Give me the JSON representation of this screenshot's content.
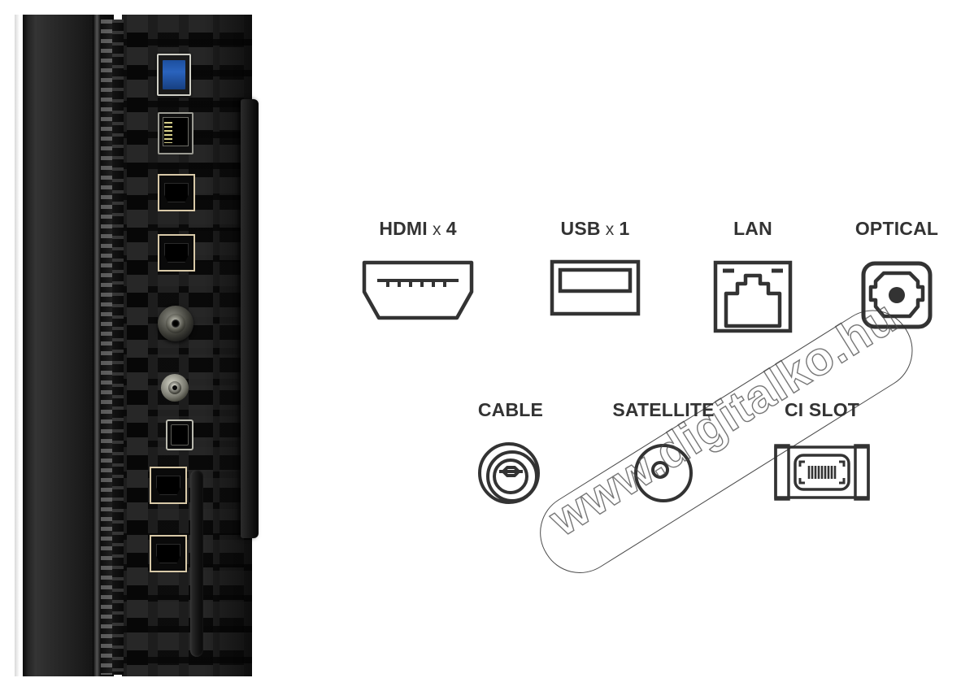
{
  "product_photo": {
    "name": "tv-rear-connector-panel-photo",
    "description": "TV rear side connector panel",
    "ports": [
      {
        "id": "usb3",
        "name": "usb-3-port",
        "color": "#2a63bd"
      },
      {
        "id": "lan",
        "name": "lan-rj45-port"
      },
      {
        "id": "hdmi1",
        "name": "hdmi-port"
      },
      {
        "id": "hdmi2",
        "name": "hdmi-port"
      },
      {
        "id": "coax",
        "name": "cable-coax-port"
      },
      {
        "id": "satellite",
        "name": "satellite-f-port"
      },
      {
        "id": "optical",
        "name": "optical-toslink-port"
      },
      {
        "id": "hdmi3",
        "name": "hdmi-port"
      },
      {
        "id": "hdmi4",
        "name": "hdmi-port"
      },
      {
        "id": "ci",
        "name": "ci-slot-port"
      }
    ]
  },
  "legend": {
    "row1": [
      {
        "key": "hdmi",
        "label": "HDMI",
        "separator": "x",
        "count": "4",
        "icon": "hdmi-icon"
      },
      {
        "key": "usb",
        "label": "USB",
        "separator": "x",
        "count": "1",
        "icon": "usb-icon"
      },
      {
        "key": "lan",
        "label": "LAN",
        "separator": "",
        "count": "",
        "icon": "lan-icon"
      },
      {
        "key": "optical",
        "label": "OPTICAL",
        "separator": "",
        "count": "",
        "icon": "optical-icon"
      }
    ],
    "row2": [
      {
        "key": "cable",
        "label": "CABLE",
        "icon": "cable-coax-icon"
      },
      {
        "key": "satellite",
        "label": "SATELLITE",
        "icon": "satellite-icon"
      },
      {
        "key": "ci_slot",
        "label": "CI SLOT",
        "icon": "ci-slot-icon"
      }
    ]
  },
  "watermark": {
    "text": "www.digitalko.hu"
  },
  "colors": {
    "label_text": "#333333",
    "icon_stroke": "#333333",
    "background": "#ffffff",
    "usb3_blue": "#2a63bd",
    "watermark_stroke": "#4a4a4a"
  }
}
